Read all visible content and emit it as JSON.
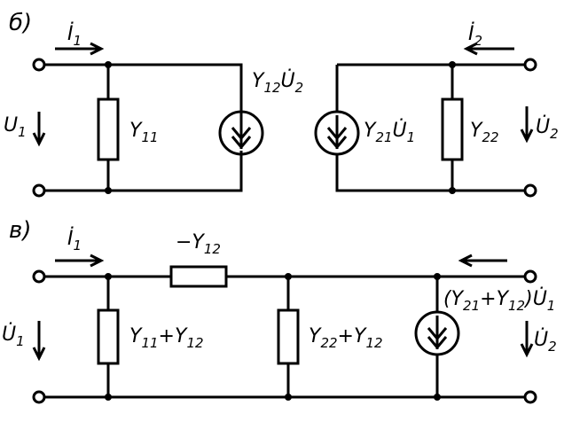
{
  "section_b": {
    "marker": "б)",
    "current_1": {
      "main": "İ",
      "sub": "1"
    },
    "current_2": {
      "main": "İ",
      "sub": "2"
    },
    "voltage_1": {
      "main": "U",
      "sub": "1"
    },
    "voltage_2": {
      "main": "U̇",
      "sub": "2"
    },
    "y11": {
      "main": "Y",
      "sub": "11"
    },
    "y22": {
      "main": "Y",
      "sub": "22"
    },
    "source_left": {
      "main": "Y",
      "sub": "12",
      "rest": "U̇",
      "rest_sub": "2"
    },
    "source_right": {
      "main": "Y",
      "sub": "21",
      "rest": "U̇",
      "rest_sub": "1"
    }
  },
  "section_v": {
    "marker": "в)",
    "current_1": {
      "main": "İ",
      "sub": "1"
    },
    "voltage_1": {
      "main": "U̇",
      "sub": "1"
    },
    "voltage_2": {
      "main": "U̇",
      "sub": "2"
    },
    "series": {
      "main": "−Y",
      "sub": "12"
    },
    "shunt_left": {
      "a": "Y",
      "a_sub": "11",
      "op": "+",
      "b": "Y",
      "b_sub": "12"
    },
    "shunt_mid": {
      "a": "Y",
      "a_sub": "22",
      "op": "+",
      "b": "Y",
      "b_sub": "12"
    },
    "source": {
      "open": "(Y",
      "a_sub": "21",
      "op": "+",
      "b": "Y",
      "b_sub": "12",
      "close": ")U̇",
      "c_sub": "1"
    }
  }
}
